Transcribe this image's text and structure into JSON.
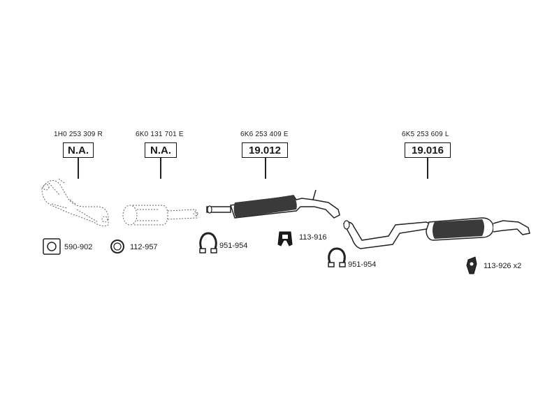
{
  "groups": [
    {
      "oem": "1H0 253 309 R",
      "box": "N.A."
    },
    {
      "oem": "6K0 131 701 E",
      "box": "N.A."
    },
    {
      "oem": "6K6 253 409 E",
      "box": "19.012"
    },
    {
      "oem": "6K5 253 609 L",
      "box": "19.016"
    }
  ],
  "parts": [
    {
      "code": "590-902",
      "icon": "gasket-icon"
    },
    {
      "code": "112-957",
      "icon": "ring-icon"
    },
    {
      "code": "951-954",
      "icon": "clamp-icon"
    },
    {
      "code": "113-916",
      "icon": "rubber-mount-icon"
    },
    {
      "code": "951-954",
      "icon": "clamp-icon"
    },
    {
      "code": "113-926 x2",
      "icon": "hanger-icon"
    }
  ]
}
